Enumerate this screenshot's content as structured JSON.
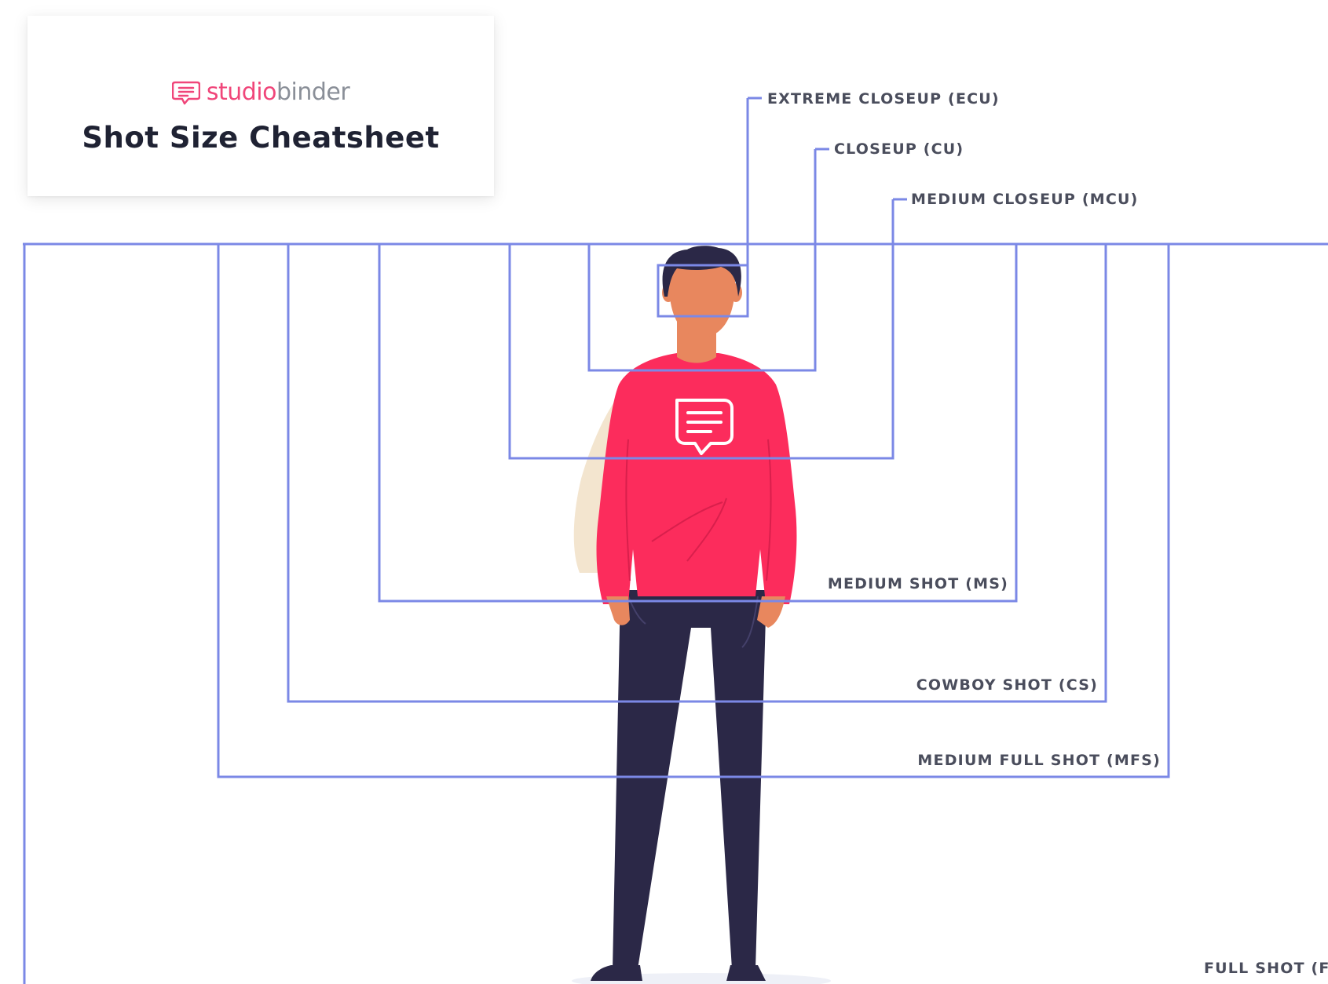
{
  "brand": {
    "name_part1": "studio",
    "name_part2": "binder",
    "accent_color": "#f0467a",
    "secondary_color": "#8a8f98",
    "logo_icon": "chat-bubble-icon"
  },
  "title": "Shot Size Cheatsheet",
  "frame_color": "#7b88e6",
  "shots": {
    "ecu": "EXTREME CLOSEUP (ECU)",
    "cu": "CLOSEUP (CU)",
    "mcu": "MEDIUM CLOSEUP (MCU)",
    "ms": "MEDIUM SHOT (MS)",
    "cs": "COWBOY SHOT (CS)",
    "mfs": "MEDIUM FULL SHOT (MFS)",
    "fs": "FULL SHOT (FS)"
  },
  "figure": {
    "shirt_color": "#fc2c5c",
    "pants_color": "#2b2847",
    "skin_color": "#e8875e",
    "hair_color": "#2b2847",
    "bag_color": "#f3e5cf",
    "shirt_logo": "chat-bubble-icon"
  }
}
